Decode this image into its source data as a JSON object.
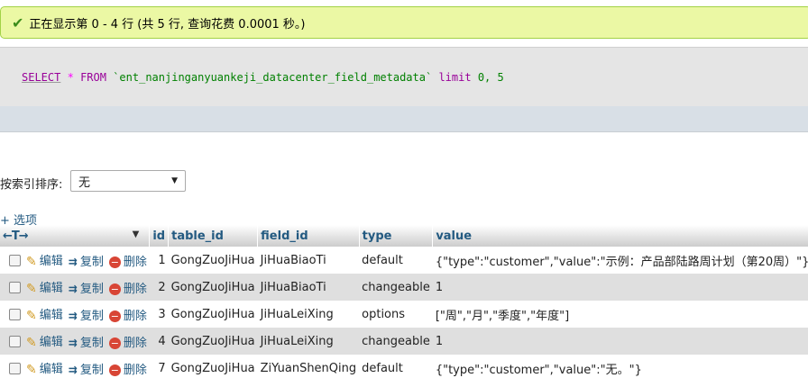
{
  "success": {
    "message": "正在显示第 0 - 4 行 (共 5 行, 查询花费 0.0001 秒。)"
  },
  "sql": {
    "select": "SELECT",
    "star": "*",
    "from": "FROM",
    "table": "`ent_nanjinganyuankeji_datacenter_field_metadata`",
    "limit": "limit",
    "offset": "0,",
    "count": "5"
  },
  "sort": {
    "label": "按索引排序:",
    "value": "无"
  },
  "options_link": "+ 选项",
  "columns": {
    "id": "id",
    "table_id": "table_id",
    "field_id": "field_id",
    "type": "type",
    "value": "value"
  },
  "actions": {
    "edit": "编辑",
    "copy": "复制",
    "delete": "删除"
  },
  "rows": [
    {
      "id": "1",
      "table_id": "GongZuoJiHua",
      "field_id": "JiHuaBiaoTi",
      "type": "default",
      "value": "{\"type\":\"customer\",\"value\":\"示例：产品部陆路周计划（第20周）\"}"
    },
    {
      "id": "2",
      "table_id": "GongZuoJiHua",
      "field_id": "JiHuaBiaoTi",
      "type": "changeable",
      "value": "1"
    },
    {
      "id": "3",
      "table_id": "GongZuoJiHua",
      "field_id": "JiHuaLeiXing",
      "type": "options",
      "value": "[\"周\",\"月\",\"季度\",\"年度\"]"
    },
    {
      "id": "4",
      "table_id": "GongZuoJiHua",
      "field_id": "JiHuaLeiXing",
      "type": "changeable",
      "value": "1"
    },
    {
      "id": "7",
      "table_id": "GongZuoJiHua",
      "field_id": "ZiYuanShenQing",
      "type": "default",
      "value": "{\"type\":\"customer\",\"value\":\"无。\"}"
    }
  ]
}
